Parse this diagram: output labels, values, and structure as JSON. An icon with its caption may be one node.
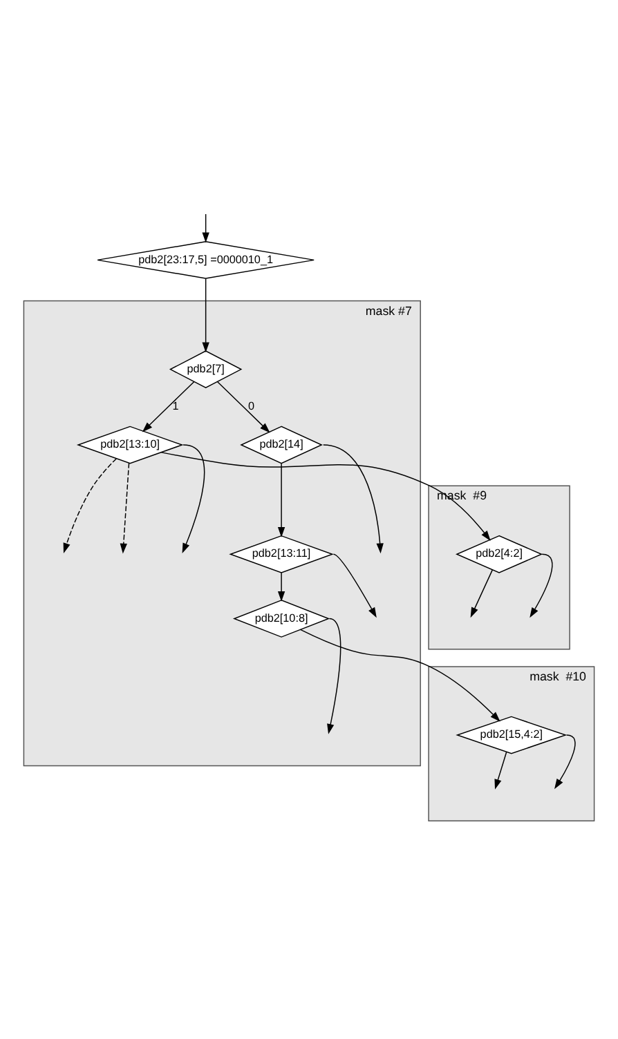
{
  "diagram": {
    "nodes": [
      {
        "text": [
          "pdb2[23:17,5] =0000010_1"
        ]
      },
      {
        "text": [
          "mask #7"
        ]
      },
      {
        "text": [
          "pdb2[7]"
        ],
        "in": 1
      },
      {
        "text": [
          "pdb2[13:10]"
        ],
        "in": 1
      },
      {
        "text": [
          "pdb2[14]"
        ],
        "in": 1
      },
      {
        "text": [
          "pdb2[13:11]"
        ],
        "in": 1
      },
      {
        "text": [
          "pdb2[10:8]"
        ],
        "in": 1
      },
      {
        "text": [
          "mask  #9"
        ]
      },
      {
        "text": [
          "pdb2[4:2]"
        ],
        "in": 7
      },
      {
        "text": [
          "mask  #10"
        ]
      },
      {
        "text": [
          "pdb2[15,4:2]"
        ],
        "in": 9
      }
    ],
    "edges": [
      {
        "from": null,
        "to": 0,
        "arrow": "to"
      },
      {
        "from": 0,
        "to": 2,
        "arrow": "to"
      },
      {
        "from": 2,
        "to": 3,
        "arrow": "to",
        "label": "1"
      },
      {
        "from": 2,
        "to": 4,
        "arrow": "to",
        "label": "0"
      },
      {
        "from": 3,
        "to": null,
        "arrow": "to"
      },
      {
        "from": 3,
        "to": null,
        "arrow": "to",
        "style": "dashed"
      },
      {
        "from": 3,
        "to": null,
        "arrow": "to",
        "style": "dashed"
      },
      {
        "from": 4,
        "to": null,
        "arrow": "to"
      },
      {
        "from": 4,
        "to": 5,
        "arrow": "to"
      },
      {
        "from": 5,
        "to": null,
        "arrow": "to"
      },
      {
        "from": 5,
        "to": 6,
        "arrow": "to"
      },
      {
        "from": 6,
        "to": null,
        "arrow": "to"
      },
      {
        "from": 3,
        "to": 8,
        "arrow": "to"
      },
      {
        "from": 6,
        "to": 10,
        "arrow": "to"
      },
      {
        "from": 8,
        "to": null,
        "arrow": "to"
      },
      {
        "from": 8,
        "to": null,
        "arrow": "to"
      },
      {
        "from": 10,
        "to": null,
        "arrow": "to"
      },
      {
        "from": 10,
        "to": null,
        "arrow": "to"
      }
    ]
  }
}
